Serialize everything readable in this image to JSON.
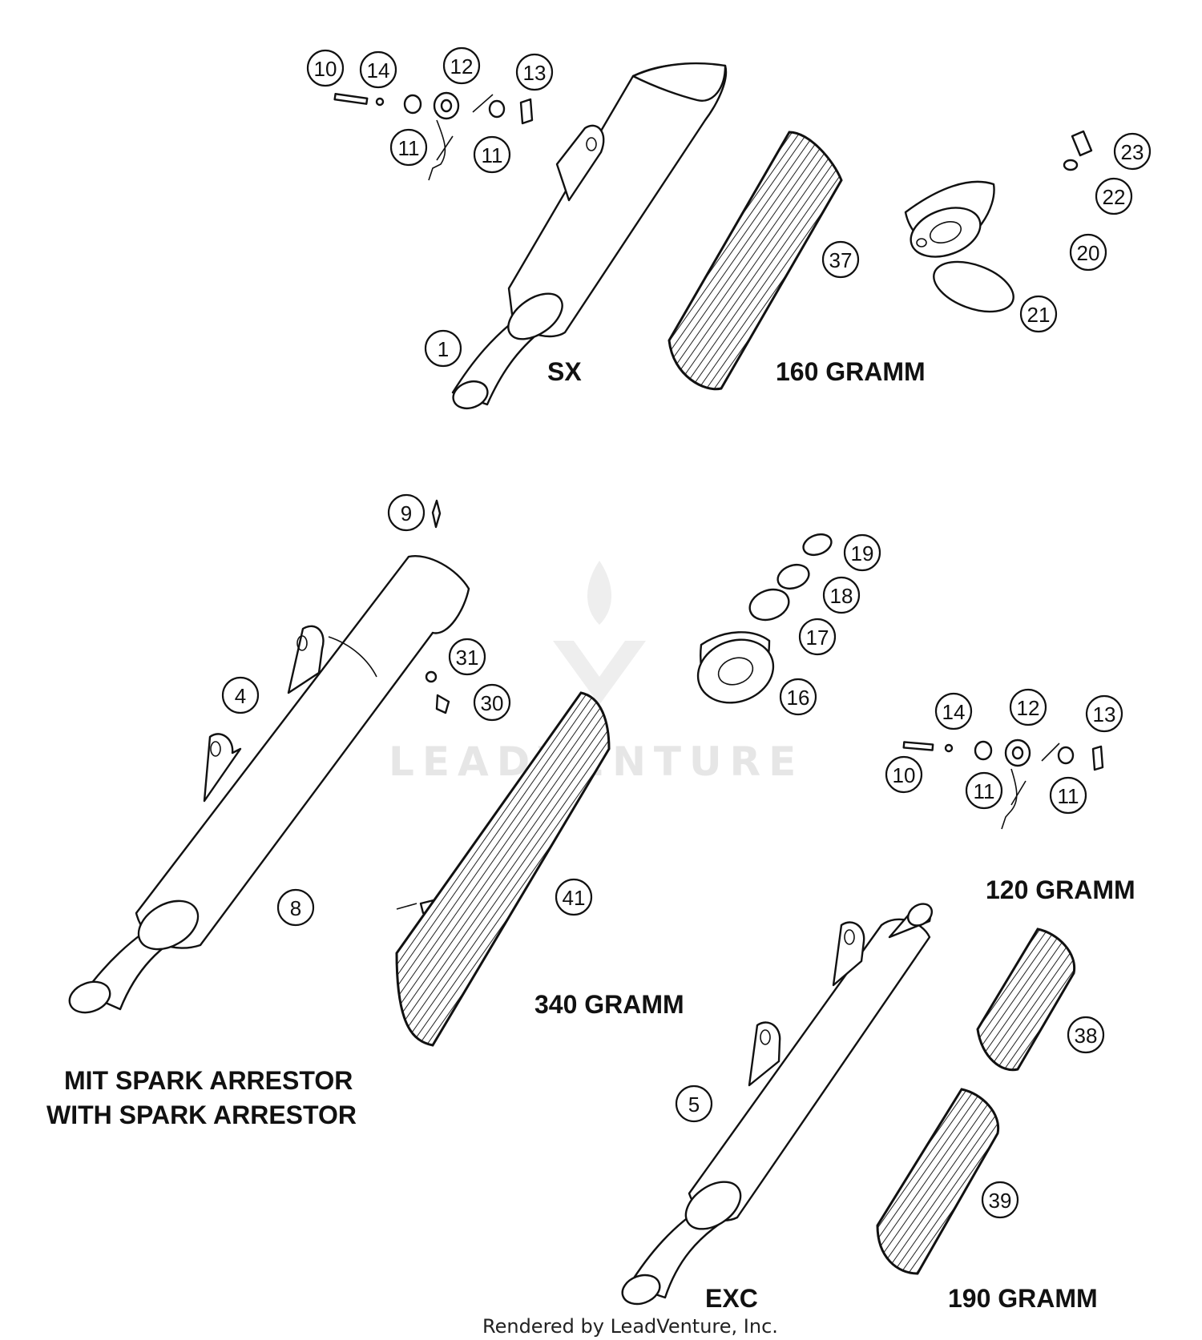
{
  "labels": {
    "sx": "SX",
    "gram160": "160 GRAMM",
    "gram340": "340 GRAMM",
    "gram120": "120 GRAMM",
    "gram190": "190 GRAMM",
    "exc": "EXC",
    "spark_de": "MIT SPARK ARRESTOR",
    "spark_en": "WITH SPARK ARRESTOR"
  },
  "watermark": "LEADVENTURE",
  "footer": "Rendered by LeadVenture, Inc.",
  "callouts": [
    "10",
    "14",
    "12",
    "13",
    "11",
    "11",
    "1",
    "37",
    "23",
    "22",
    "20",
    "21",
    "9",
    "19",
    "18",
    "17",
    "16",
    "31",
    "30",
    "4",
    "8",
    "41",
    "14",
    "12",
    "13",
    "10",
    "11",
    "11",
    "38",
    "5",
    "39"
  ]
}
